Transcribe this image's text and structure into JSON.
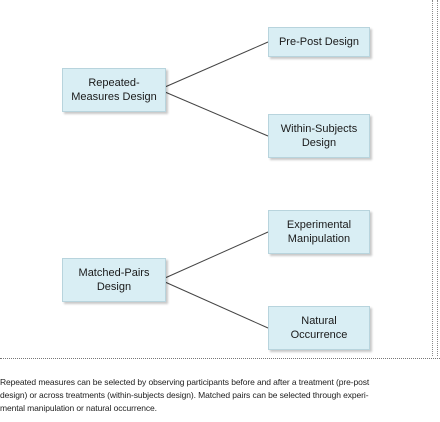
{
  "diagram": {
    "roots": [
      {
        "id": "repeated",
        "lines": [
          "Repeated-",
          "Measures Design"
        ],
        "children": [
          {
            "id": "prepost",
            "lines": [
              "Pre-Post Design"
            ]
          },
          {
            "id": "within",
            "lines": [
              "Within-Subjects",
              "Design"
            ]
          }
        ]
      },
      {
        "id": "matched",
        "lines": [
          "Matched-Pairs",
          "Design"
        ],
        "children": [
          {
            "id": "experimental",
            "lines": [
              "Experimental",
              "Manipulation"
            ]
          },
          {
            "id": "natural",
            "lines": [
              "Natural",
              "Occurrence"
            ]
          }
        ]
      }
    ],
    "node_fill": "#d9eef4",
    "connector_color": "#444444"
  },
  "caption": {
    "lines": [
      "Repeated measures can be selected by observing participants before and after a treatment (pre-post",
      "design) or across treatments (within-subjects design). Matched pairs can be selected through experi-",
      "mental manipulation or natural occurrence."
    ]
  }
}
